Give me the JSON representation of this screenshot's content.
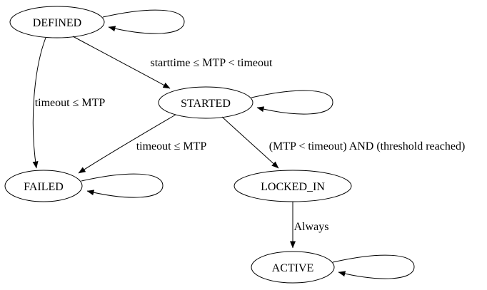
{
  "diagram": {
    "type": "state-machine",
    "colors": {
      "background": "#ffffff",
      "stroke": "#000000",
      "text": "#000000"
    },
    "states": [
      {
        "label": "DEFINED"
      },
      {
        "label": "STARTED"
      },
      {
        "label": "FAILED"
      },
      {
        "label": "LOCKED_IN"
      },
      {
        "label": "ACTIVE"
      }
    ],
    "transitions": [
      {
        "from": "DEFINED",
        "to": "DEFINED"
      },
      {
        "from": "DEFINED",
        "to": "STARTED",
        "label": "starttime ≤ MTP < timeout"
      },
      {
        "from": "DEFINED",
        "to": "FAILED",
        "label": "timeout ≤ MTP"
      },
      {
        "from": "STARTED",
        "to": "STARTED"
      },
      {
        "from": "STARTED",
        "to": "FAILED",
        "label": "timeout ≤ MTP"
      },
      {
        "from": "STARTED",
        "to": "LOCKED_IN",
        "label": "(MTP < timeout) AND (threshold reached)"
      },
      {
        "from": "FAILED",
        "to": "FAILED"
      },
      {
        "from": "LOCKED_IN",
        "to": "ACTIVE",
        "label": "Always"
      },
      {
        "from": "ACTIVE",
        "to": "ACTIVE"
      }
    ]
  }
}
